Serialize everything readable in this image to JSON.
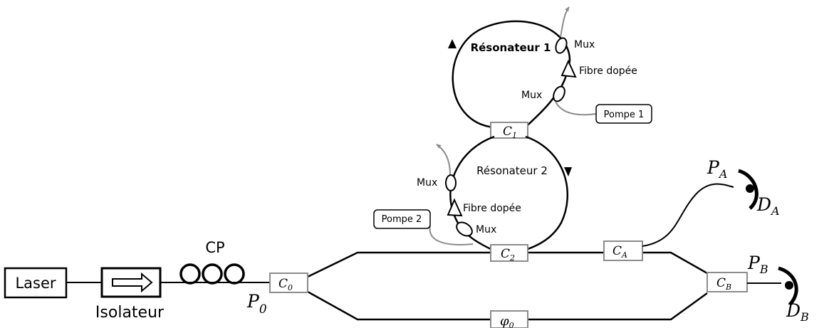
{
  "components": {
    "laser": "Laser",
    "isolator": "Isolateur",
    "polarization_controller": "CP",
    "input_port": "P",
    "input_port_sub": "0"
  },
  "couplers": {
    "c0": {
      "main": "C",
      "sub": "0"
    },
    "c1": {
      "main": "C",
      "sub": "1"
    },
    "c2": {
      "main": "C",
      "sub": "2"
    },
    "ca": {
      "main": "C",
      "sub": "A"
    },
    "cb": {
      "main": "C",
      "sub": "B"
    }
  },
  "phase_shifter": {
    "main": "φ",
    "sub": "0"
  },
  "resonator1": {
    "label": "Résonateur 1",
    "mux_top": "Mux",
    "mux_bottom": "Mux",
    "doped_fiber": "Fibre dopée",
    "pump": "Pompe 1"
  },
  "resonator2": {
    "label": "Résonateur 2",
    "mux_top": "Mux",
    "mux_bottom": "Mux",
    "doped_fiber": "Fibre dopée",
    "pump": "Pompe 2"
  },
  "outputs": {
    "port_a": {
      "main": "P",
      "sub": "A"
    },
    "detector_a": {
      "main": "D",
      "sub": "A"
    },
    "port_b": {
      "main": "P",
      "sub": "B"
    },
    "detector_b": {
      "main": "D",
      "sub": "B"
    }
  }
}
